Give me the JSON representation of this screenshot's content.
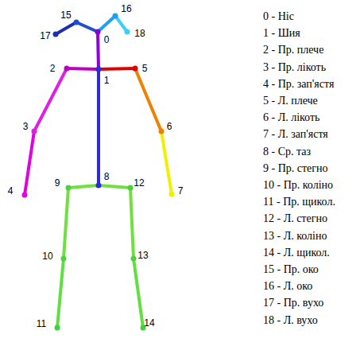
{
  "diagram": {
    "labels": [
      "0",
      "1",
      "2",
      "3",
      "4",
      "5",
      "6",
      "7",
      "8",
      "9",
      "10",
      "11",
      "12",
      "13",
      "14",
      "15",
      "16",
      "17",
      "18",
      "0 - Ніс",
      "1 - Шия",
      "2 - Пр. плече",
      "3 - Пр. лікоть",
      "4 - Пр. зап'ястя",
      "5 - Л. плече",
      "6 - Л. лікоть",
      "7 - Л. зап'ястя",
      "8 - Ср. таз",
      "9 - Пр. стегно",
      "10 - Пр. коліно",
      "11 - Пр. щикол.",
      "12 - Л. стегно",
      "13 - Л. коліно",
      "14 - Л. щикол.",
      "15 - Пр. око",
      "16 - Л. око",
      "17 - Пр. вухо",
      "18 - Л. вухо"
    ]
  }
}
